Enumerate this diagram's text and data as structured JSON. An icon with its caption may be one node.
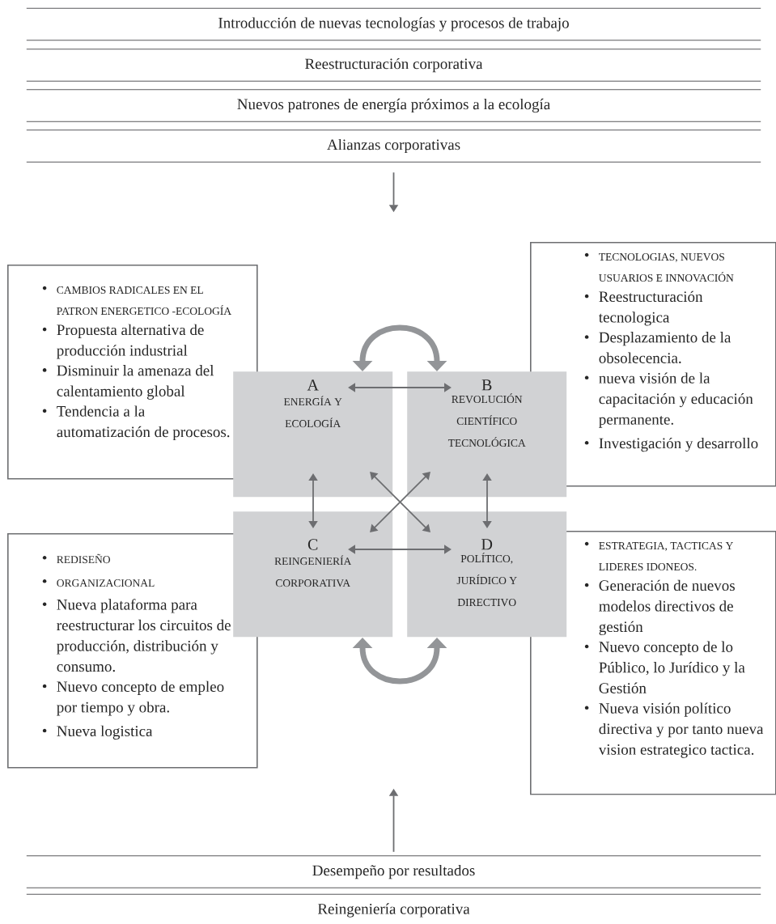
{
  "diagram": {
    "nodes": [
      {
        "text": [
          "Introducción de nuevas tecnologías y procesos de trabajo"
        ]
      },
      {
        "text": [
          "Reestructuración corporativa"
        ]
      },
      {
        "text": [
          "Nuevos patrones de energía próximos a la ecología"
        ]
      },
      {
        "text": [
          "Alianzas corporativas"
        ]
      },
      {
        "text": [
          "CAMBIOS RADICALES EN EL PATRON ENERGETICO -ECOLOGÍA",
          "Propuesta alternativa de producción industrial",
          "Disminuir la amenaza del calentamiento global",
          "Tendencia a la automatización de procesos."
        ]
      },
      {
        "text": [
          "TECNOLOGIAS, NUEVOS USUARIOS E INNOVACIÓN",
          "Reestructuración tecnologica",
          "Desplazamiento de la obsolecencia.",
          "nueva visión de la capacitación y educación permanente.",
          "Investigación y desarrollo"
        ]
      },
      {
        "text": [
          "A",
          "ENERGÍA Y ECOLOGÍA"
        ]
      },
      {
        "text": [
          "B",
          "REVOLUCIÓN CIENTÍFICO TECNOLÓGICA"
        ]
      },
      {
        "text": [
          "C",
          "REINGENIERÍA CORPORATIVA"
        ]
      },
      {
        "text": [
          "D",
          "POLÍTICO, JURÍDICO Y DIRECTIVO"
        ]
      },
      {
        "text": [
          "REDISEÑO",
          "ORGANIZACIONAL",
          "Nueva plataforma para reestructurar los circuitos de producción, distribución y consumo.",
          "Nuevo concepto de empleo por tiempo y obra.",
          "Nueva logistica"
        ]
      },
      {
        "text": [
          "ESTRATEGIA, TACTICAS Y LIDERES IDONEOS.",
          "Generación de nuevos modelos directivos de gestión",
          "Nuevo concepto de lo Público, lo Jurídico y la Gestión",
          "Nueva visión político directiva y por tanto nueva vision estrategico tactica."
        ]
      },
      {
        "text": [
          "Desempeño por resultados"
        ]
      },
      {
        "text": [
          "Reingeniería corporativa"
        ]
      }
    ],
    "edges": [
      {
        "from": 3,
        "to": null,
        "arrow": "to"
      },
      {
        "from": 12,
        "to": null,
        "arrow": "to"
      },
      {
        "from": 6,
        "to": 7,
        "arrow": "both"
      },
      {
        "from": 6,
        "to": 8,
        "arrow": "both"
      },
      {
        "from": 7,
        "to": 9,
        "arrow": "both"
      },
      {
        "from": 8,
        "to": 9,
        "arrow": "both"
      },
      {
        "from": 6,
        "to": 9,
        "arrow": "both"
      },
      {
        "from": 7,
        "to": 8,
        "arrow": "both"
      },
      {
        "from": 6,
        "to": 7,
        "arrow": "both",
        "style": "thick",
        "color": "#939598"
      },
      {
        "from": 8,
        "to": 9,
        "arrow": "both",
        "style": "thick",
        "color": "#939598"
      }
    ]
  }
}
